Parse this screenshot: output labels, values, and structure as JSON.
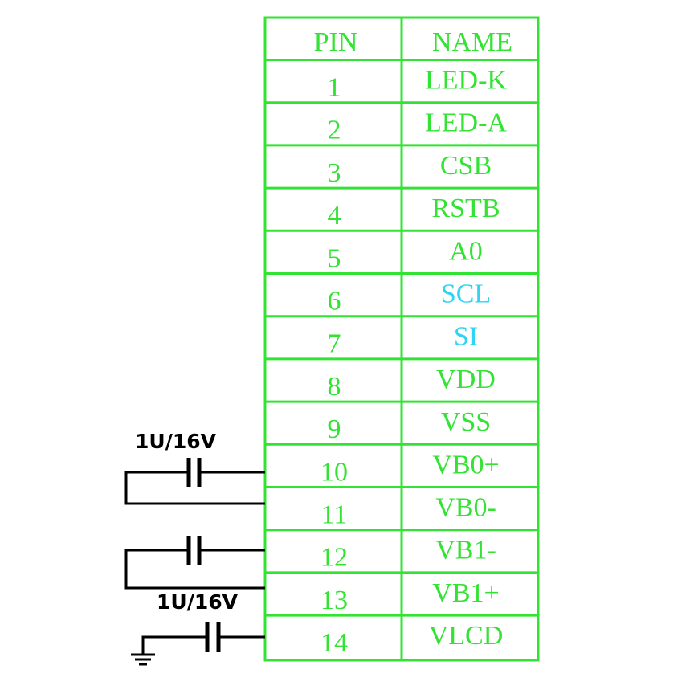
{
  "table": {
    "headers": {
      "pin": "PIN",
      "name": "NAME"
    },
    "rows": [
      {
        "pin": "1",
        "name": "LED-K"
      },
      {
        "pin": "2",
        "name": "LED-A"
      },
      {
        "pin": "3",
        "name": "CSB"
      },
      {
        "pin": "4",
        "name": "RSTB"
      },
      {
        "pin": "5",
        "name": "A0"
      },
      {
        "pin": "6",
        "name": "SCL",
        "highlight": true
      },
      {
        "pin": "7",
        "name": "SI",
        "highlight": true
      },
      {
        "pin": "8",
        "name": "VDD"
      },
      {
        "pin": "9",
        "name": "VSS"
      },
      {
        "pin": "10",
        "name": "VB0+"
      },
      {
        "pin": "11",
        "name": "VB0-"
      },
      {
        "pin": "12",
        "name": "VB1-"
      },
      {
        "pin": "13",
        "name": "VB1+"
      },
      {
        "pin": "14",
        "name": "VLCD"
      }
    ]
  },
  "capacitors": {
    "c1_label": "1U/16V",
    "c3_label": "1U/16V"
  },
  "colors": {
    "grid": "#33e333",
    "text": "#33e333",
    "highlight": "#2fd4f2",
    "wire": "#000000"
  }
}
